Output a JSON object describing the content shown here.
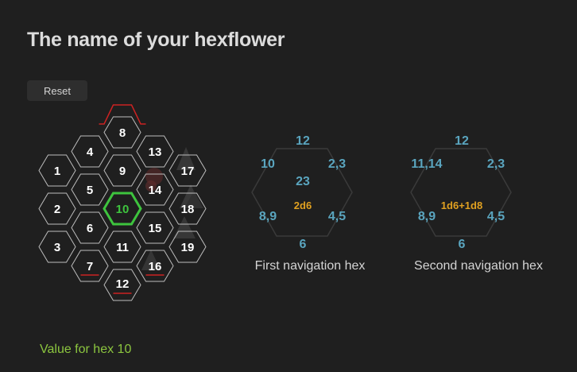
{
  "page": {
    "title": "The name of your hexflower"
  },
  "toolbar": {
    "reset_label": "Reset"
  },
  "hexflower": {
    "active_hex": "10",
    "hexes": [
      {
        "label": "1"
      },
      {
        "label": "2"
      },
      {
        "label": "3"
      },
      {
        "label": "4"
      },
      {
        "label": "5"
      },
      {
        "label": "6"
      },
      {
        "label": "7"
      },
      {
        "label": "8"
      },
      {
        "label": "9"
      },
      {
        "label": "10"
      },
      {
        "label": "11"
      },
      {
        "label": "12"
      },
      {
        "label": "13"
      },
      {
        "label": "14"
      },
      {
        "label": "15"
      },
      {
        "label": "16"
      },
      {
        "label": "17"
      },
      {
        "label": "18"
      },
      {
        "label": "19"
      }
    ],
    "edge_highlight_color": "#cc2222",
    "active_color": "#3ec43e"
  },
  "nav_first": {
    "top": "12",
    "top_left": "10",
    "top_right": "2,3",
    "center": "23",
    "dice": "2d6",
    "bottom_left": "8,9",
    "bottom_right": "4,5",
    "bottom": "6",
    "caption": "First navigation hex"
  },
  "nav_second": {
    "top": "12",
    "top_left": "11,14",
    "top_right": "2,3",
    "dice": "1d6+1d8",
    "bottom_left": "8,9",
    "bottom_right": "4,5",
    "bottom": "6",
    "caption": "Second navigation hex"
  },
  "status": {
    "value_text": "Value for hex 10"
  },
  "colors": {
    "nav_number": "#5aa5bf",
    "dice": "#e0a020",
    "value_text": "#8cc63f"
  }
}
